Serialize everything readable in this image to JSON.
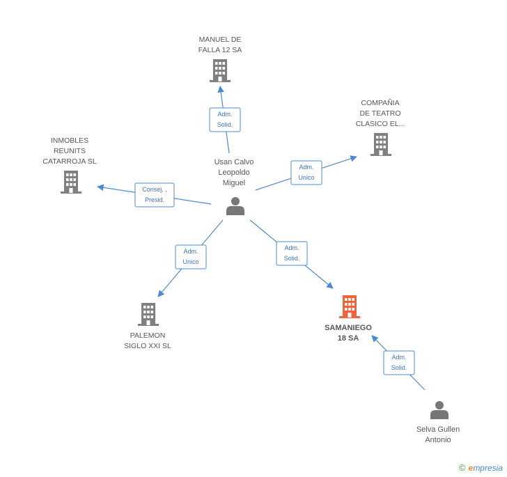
{
  "colors": {
    "building": "#808080",
    "building_main": "#f0643c",
    "person": "#777777",
    "edge": "#4a8ad4"
  },
  "nodes": [
    {
      "id": "manuel",
      "type": "building",
      "lines": [
        "MANUEL DE",
        "FALLA 12 SA"
      ]
    },
    {
      "id": "compania",
      "type": "building",
      "lines": [
        "COMPAÑIA",
        "DE TEATRO",
        "CLASICO EL..."
      ]
    },
    {
      "id": "inmobles",
      "type": "building",
      "lines": [
        "INMOBLES",
        "REUNITS",
        "CATARROJA SL"
      ]
    },
    {
      "id": "palemon",
      "type": "building",
      "lines": [
        "PALEMON",
        "SIGLO XXI  SL"
      ]
    },
    {
      "id": "samaniego",
      "type": "building_main",
      "lines": [
        "SAMANIEGO",
        "18 SA"
      ]
    },
    {
      "id": "usan",
      "type": "person",
      "lines": [
        "Usan Calvo",
        "Leopoldo",
        "Miguel"
      ]
    },
    {
      "id": "selva",
      "type": "person",
      "lines": [
        "Selva Gullen",
        "Antonio"
      ]
    }
  ],
  "edges": [
    {
      "from": "usan",
      "to": "manuel",
      "lines": [
        "Adm.",
        "Solid."
      ]
    },
    {
      "from": "usan",
      "to": "compania",
      "lines": [
        "Adm.",
        "Unico"
      ]
    },
    {
      "from": "usan",
      "to": "inmobles",
      "lines": [
        "Consej. ,",
        "Presid."
      ]
    },
    {
      "from": "usan",
      "to": "palemon",
      "lines": [
        "Adm.",
        "Unico"
      ]
    },
    {
      "from": "usan",
      "to": "samaniego",
      "lines": [
        "Adm.",
        "Solid."
      ]
    },
    {
      "from": "selva",
      "to": "samaniego",
      "lines": [
        "Adm.",
        "Solid."
      ]
    }
  ],
  "footer": {
    "copyright": "©",
    "brand_initial": "e",
    "brand_rest": "mpresia"
  }
}
